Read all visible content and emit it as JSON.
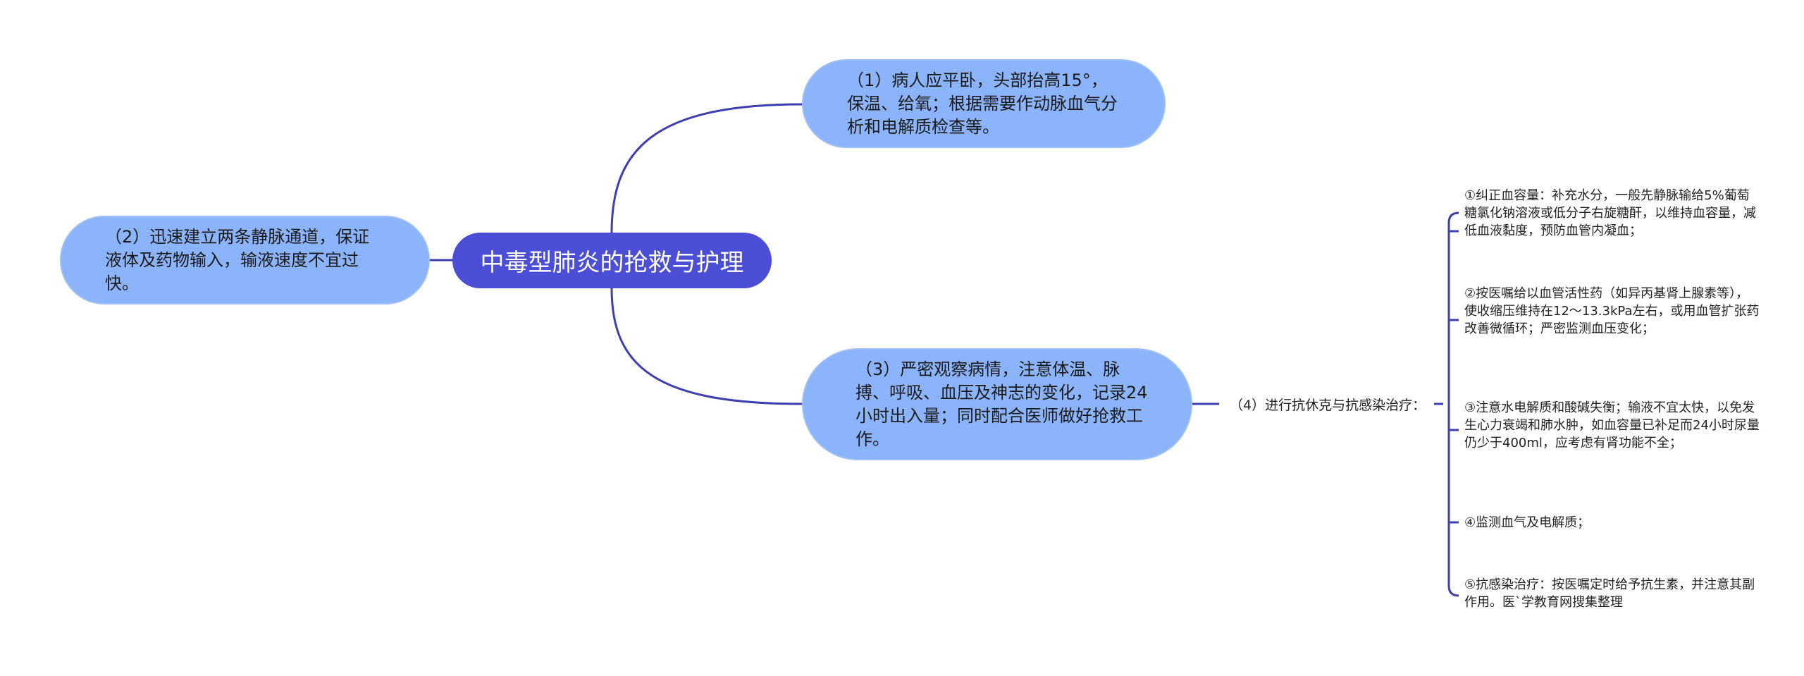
{
  "root": {
    "label": "中毒型肺炎的抢救与护理"
  },
  "nodes": {
    "n1": "（1）病人应平卧，头部抬高15°，保温、给氧；根据需要作动脉血气分析和电解质检查等。",
    "n2": "（2）迅速建立两条静脉通道，保证液体及药物输入，输液速度不宜过快。",
    "n3": "（3）严密观察病情，注意体温、脉搏、呼吸、血压及神志的变化，记录24小时出入量；同时配合医师做好抢救工作。",
    "n4": "（4）进行抗休克与抗感染治疗："
  },
  "leaves": [
    "①纠正血容量：补充水分，一般先静脉输给5%葡萄糖氯化钠溶液或低分子右旋糖酐，以维持血容量，减低血液黏度，预防血管内凝血；",
    "②按医嘱给以血管活性药（如异丙基肾上腺素等），使收缩压维持在12～13.3kPa左右，或用血管扩张药改善微循环；严密监测血压变化；",
    "③注意水电解质和酸碱失衡；输液不宜太快，以免发生心力衰竭和肺水肿，如血容量已补足而24小时尿量仍少于400ml，应考虑有肾功能不全；",
    "④监测血气及电解质；",
    "⑤抗感染治疗：按医嘱定时给予抗生素，并注意其副作用。医`学教育网搜集整理"
  ],
  "colors": {
    "root": "#4c4fd6",
    "bubble": "#8cb4fb",
    "line": "#3d3fb0"
  }
}
